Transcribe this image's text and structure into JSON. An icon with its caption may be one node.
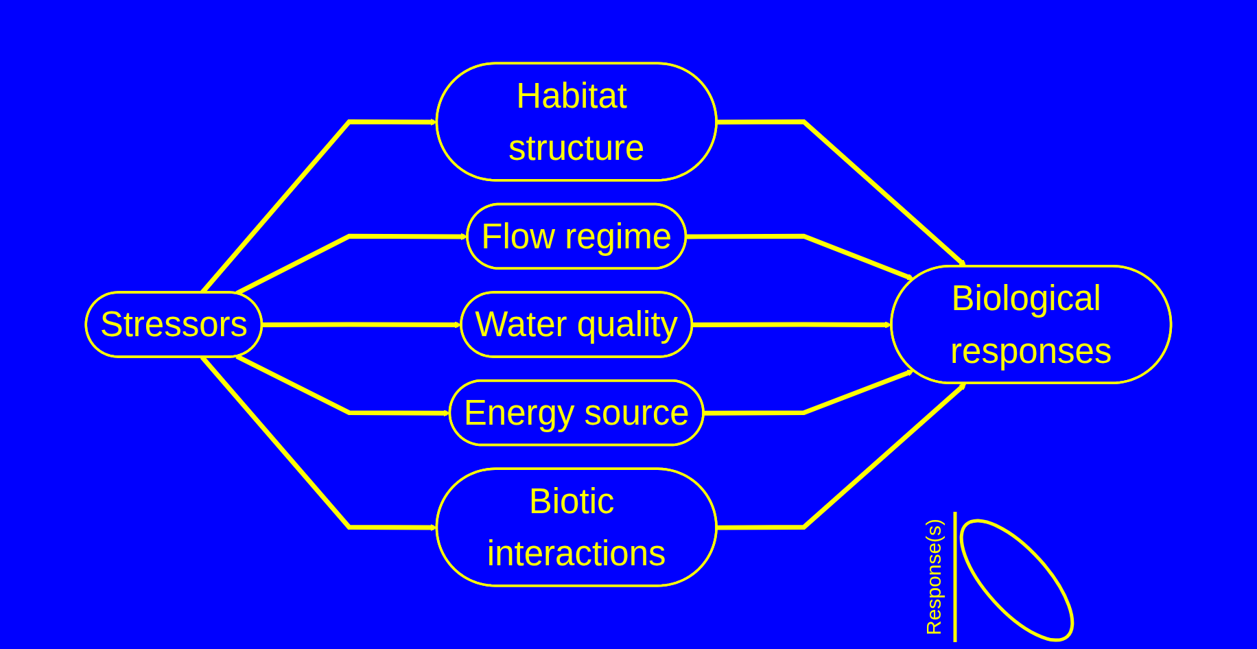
{
  "diagram": {
    "nodes": [
      {
        "text": [
          "Stressors"
        ]
      },
      {
        "text": [
          "Habitat structure"
        ]
      },
      {
        "text": [
          "Flow regime"
        ]
      },
      {
        "text": [
          "Water quality"
        ]
      },
      {
        "text": [
          "Energy source"
        ]
      },
      {
        "text": [
          "Biotic interactions"
        ]
      },
      {
        "text": [
          "Biological responses"
        ]
      }
    ],
    "edges": [
      {
        "from": 0,
        "to": 1,
        "arrow": "to"
      },
      {
        "from": 0,
        "to": 2,
        "arrow": "to"
      },
      {
        "from": 0,
        "to": 3,
        "arrow": "to"
      },
      {
        "from": 0,
        "to": 4,
        "arrow": "to"
      },
      {
        "from": 0,
        "to": 5,
        "arrow": "to"
      },
      {
        "from": 1,
        "to": 6,
        "arrow": "to"
      },
      {
        "from": 2,
        "to": 6,
        "arrow": "to"
      },
      {
        "from": 3,
        "to": 6,
        "arrow": "to"
      },
      {
        "from": 4,
        "to": 6,
        "arrow": "to"
      },
      {
        "from": 5,
        "to": 6,
        "arrow": "to"
      }
    ],
    "labels": [
      "Response(s)"
    ]
  }
}
